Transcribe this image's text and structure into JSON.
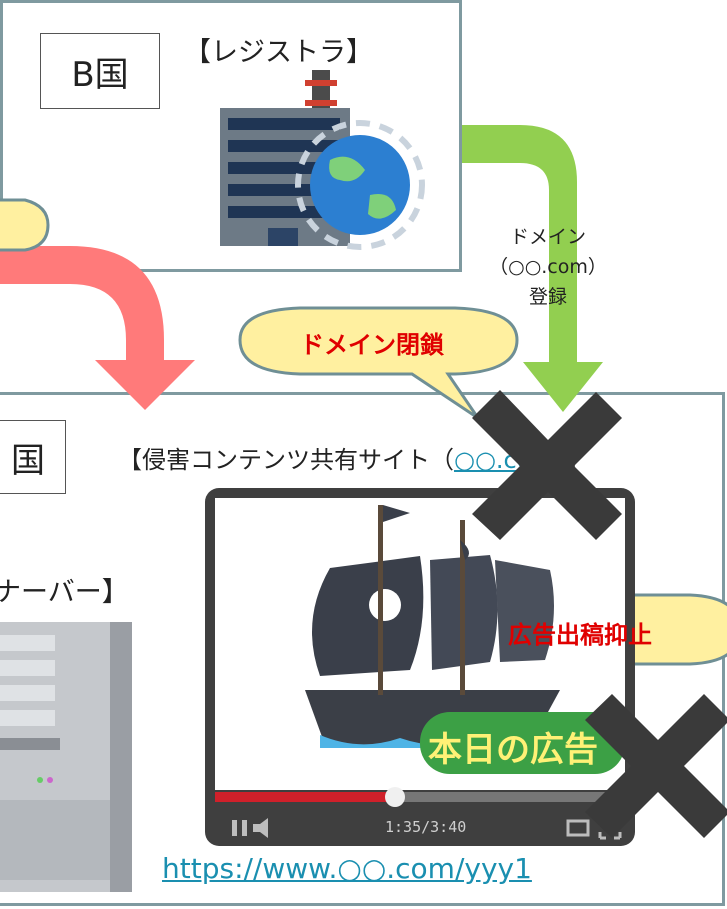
{
  "registrar_panel": {
    "country": "B国",
    "title": "【レジストラ】"
  },
  "arrow_label": {
    "line1": "ドメイン",
    "line2": "（○○.com）",
    "line3": "登録"
  },
  "callout_domain": "ドメイン閉鎖",
  "callout_ad": "広告出稿抑止",
  "site_panel": {
    "country": "国",
    "title_prefix": "【侵害コンテンツ共有サイト（",
    "title_link": "○○.com",
    "title_suffix": "）】",
    "server_label": "ナーバー】",
    "url": "https://www.○○.com/yyy1"
  },
  "video": {
    "time": "1:35/3:40",
    "ad_text": "本日の広告"
  },
  "colors": {
    "panel_border": "#7f9aa0",
    "callout_fill": "#fff0a0",
    "callout_border": "#6f8f95",
    "arrow_green": "#92cf50",
    "arrow_red": "#ff7a7a",
    "cross": "#3a3a3a",
    "link": "#1a8fb0",
    "callout_text": "#e00000"
  }
}
